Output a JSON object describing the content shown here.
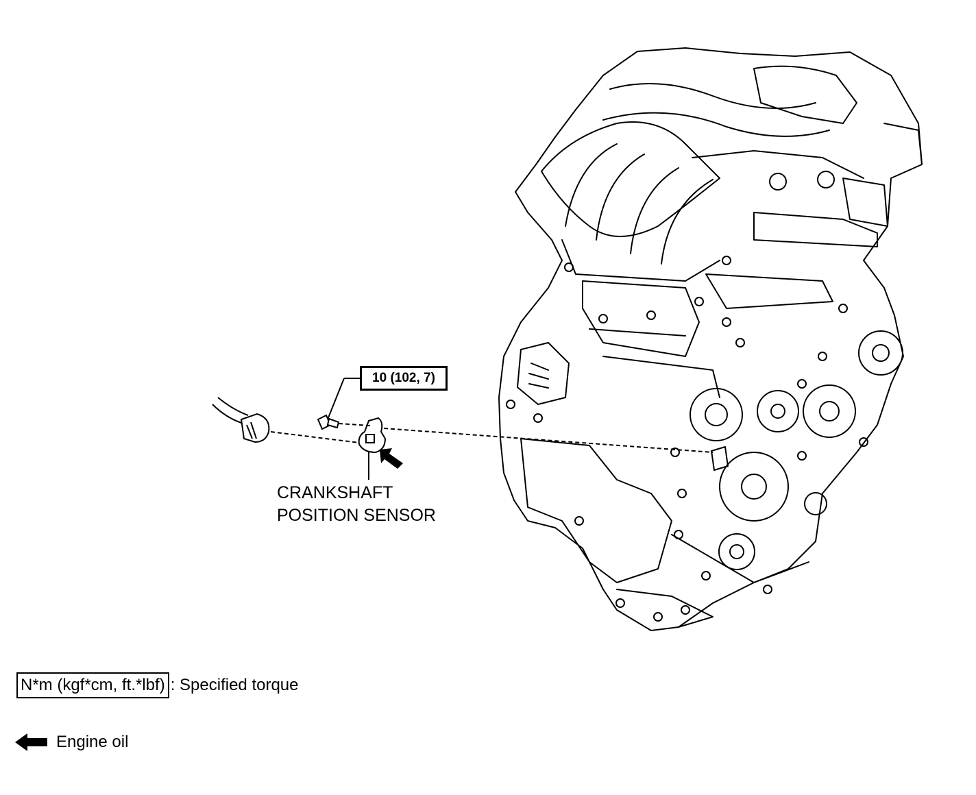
{
  "diagram": {
    "torque_callout": "10 (102, 7)",
    "part_label_lines": [
      "CRANKSHAFT",
      "POSITION SENSOR"
    ]
  },
  "legend": {
    "torque_box_text": "N*m (kgf*cm, ft.*lbf)",
    "torque_desc": ": Specified torque",
    "oil_desc": "Engine oil",
    "oil_icon": "left-arrow-icon"
  }
}
